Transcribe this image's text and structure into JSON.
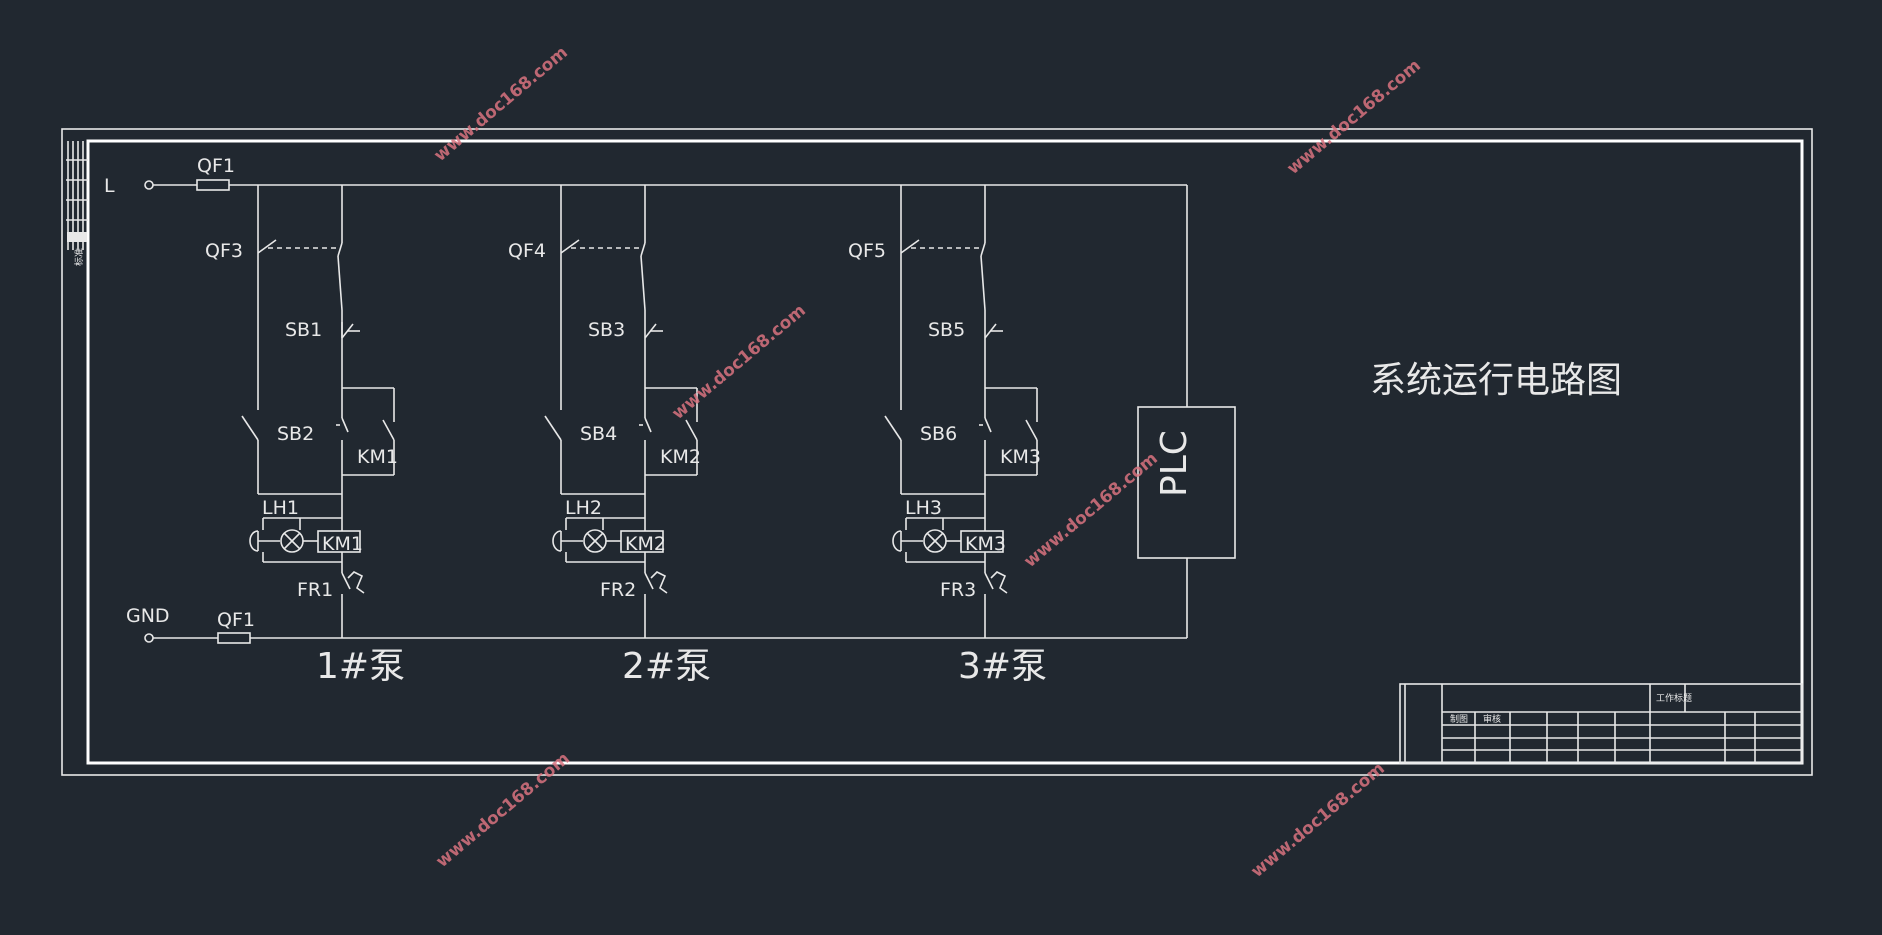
{
  "diagram": {
    "line_label": "L",
    "gnd_label": "GND",
    "breaker_top": "QF1",
    "breaker_bottom": "QF1",
    "plc_label": "PLC",
    "title": "系统运行电路图",
    "title_block_label": "工作标题",
    "title_block_col1": "制图",
    "title_block_col2": "审核",
    "side_strip_label": "标准",
    "branches": [
      {
        "qf": "QF3",
        "sb_stop": "SB1",
        "sb_start": "SB2",
        "km_contact": "KM1",
        "lh": "LH1",
        "km_coil": "KM1",
        "fr": "FR1",
        "pump": "1#泵"
      },
      {
        "qf": "QF4",
        "sb_stop": "SB3",
        "sb_start": "SB4",
        "km_contact": "KM2",
        "lh": "LH2",
        "km_coil": "KM2",
        "fr": "FR2",
        "pump": "2#泵"
      },
      {
        "qf": "QF5",
        "sb_stop": "SB5",
        "sb_start": "SB6",
        "km_contact": "KM3",
        "lh": "LH3",
        "km_coil": "KM3",
        "fr": "FR3",
        "pump": "3#泵"
      }
    ]
  },
  "watermarks": [
    "www.doc168.com",
    "www.doc168.com",
    "www.doc168.com",
    "www.doc168.com",
    "www.doc168.com",
    "www.doc168.com"
  ],
  "colors": {
    "background": "#212830",
    "lines": "#e8e8e8",
    "watermark": "#d9737f"
  }
}
